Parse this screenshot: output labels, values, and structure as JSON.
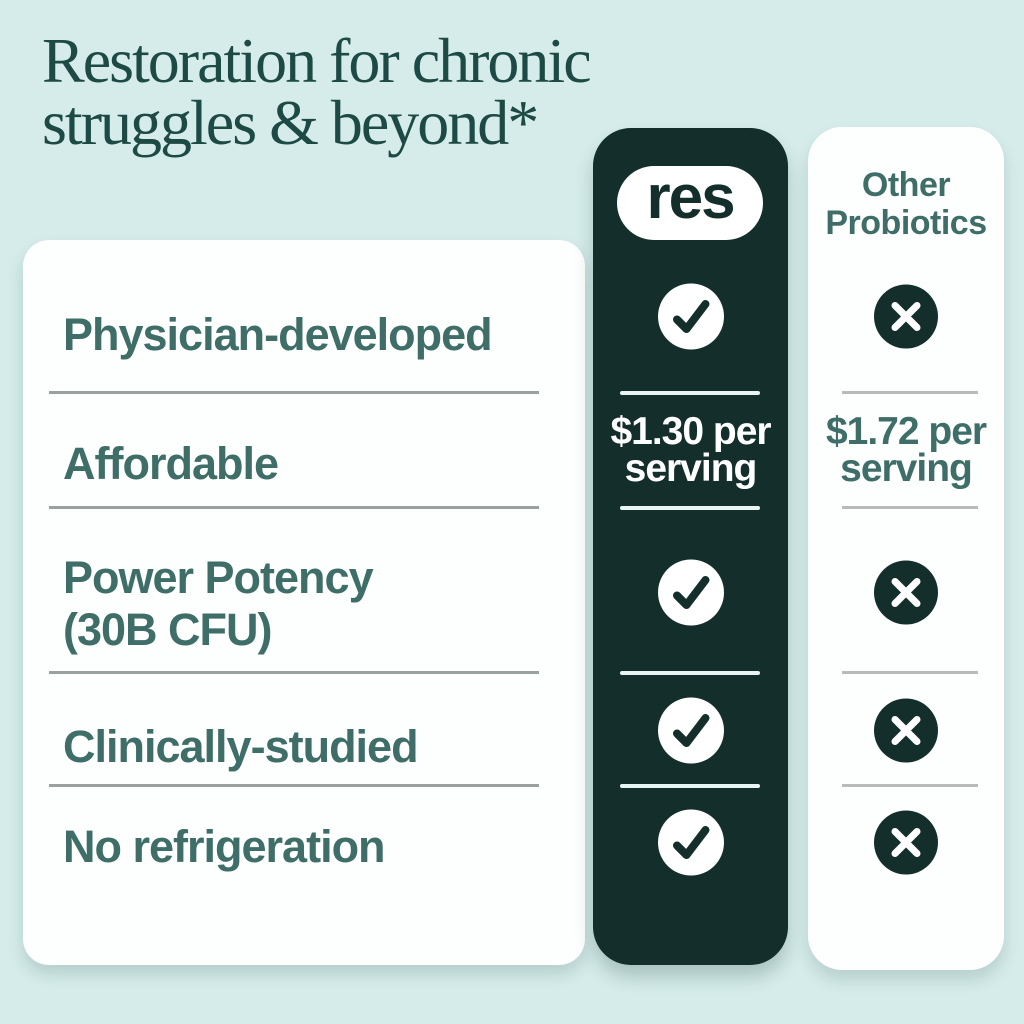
{
  "title": {
    "text": "Restoration for chronic\nstruggles & beyond*"
  },
  "table": {
    "features": [
      {
        "label": "Physician-developed"
      },
      {
        "label": "Affordable"
      },
      {
        "label": "Power Potency\n(30B CFU)"
      },
      {
        "label": "Clinically-studied"
      },
      {
        "label": "No refrigeration"
      }
    ],
    "res_column": {
      "logo": "res",
      "cells": [
        {
          "type": "check",
          "icon": "check-icon"
        },
        {
          "type": "price",
          "text": "$1.30 per\nserving"
        },
        {
          "type": "check",
          "icon": "check-icon"
        },
        {
          "type": "check",
          "icon": "check-icon"
        },
        {
          "type": "check",
          "icon": "check-icon"
        }
      ]
    },
    "other_column": {
      "header": "Other\nProbiotics",
      "cells": [
        {
          "type": "cross",
          "icon": "cross-icon"
        },
        {
          "type": "price",
          "text": "$1.72 per\nserving"
        },
        {
          "type": "cross",
          "icon": "cross-icon"
        },
        {
          "type": "cross",
          "icon": "cross-icon"
        },
        {
          "type": "cross",
          "icon": "cross-icon"
        }
      ]
    }
  },
  "colors": {
    "background": "#d5eceb",
    "dark_green": "#142f2b",
    "teal_text": "#3e6e67",
    "title_text": "#1d4a44",
    "card_white": "#fdfefe",
    "divider_gray": "#9aa1a1",
    "divider_light_gray": "#b7bcbb",
    "divider_mint": "#e8f5f2"
  }
}
